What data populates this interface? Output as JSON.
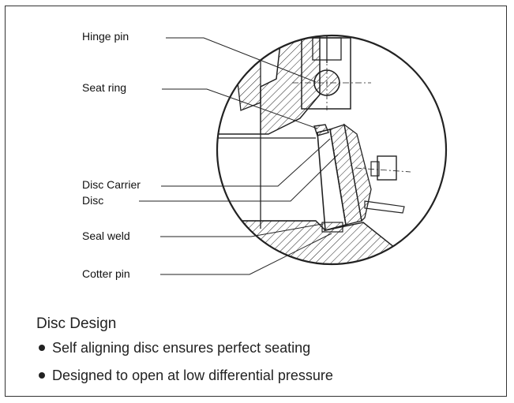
{
  "labels": {
    "hinge_pin": "Hinge pin",
    "seat_ring": "Seat ring",
    "disc_carrier": "Disc Carrier",
    "disc": "Disc",
    "seal_weld": "Seal weld",
    "cotter_pin": "Cotter pin"
  },
  "section": {
    "heading": "Disc Design",
    "bullets": [
      "Self aligning disc ensures perfect  seating",
      "Designed to open at low differential pressure"
    ]
  }
}
